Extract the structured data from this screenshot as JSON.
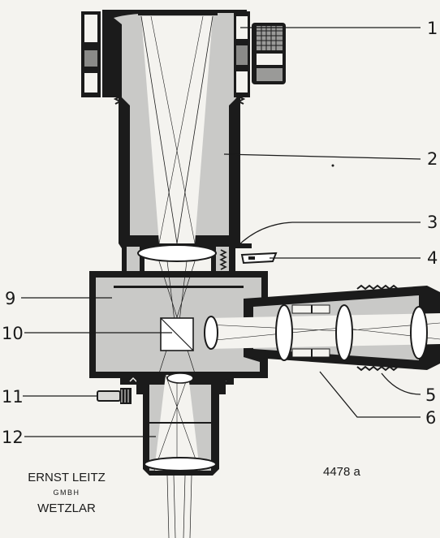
{
  "callouts": [
    "1",
    "2",
    "3",
    "4",
    "5",
    "6",
    "9",
    "10",
    "11",
    "12"
  ],
  "maker": {
    "name": "ERNST LEITZ",
    "form": "GMBH",
    "city": "WETZLAR"
  },
  "figure_number": "4478 a",
  "colors": {
    "metal": "#1b1b1b",
    "body": "#c9c9c7",
    "paper": "#f4f3ef",
    "glass": "#ffffff"
  }
}
